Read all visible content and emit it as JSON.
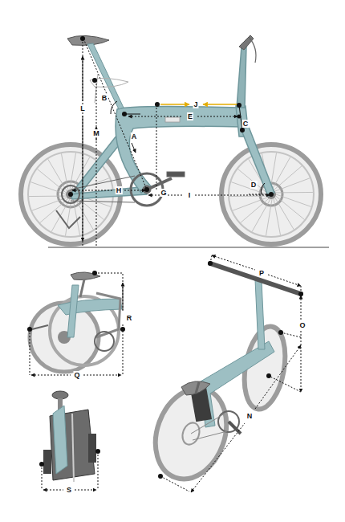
{
  "diagram": {
    "labels": [
      "B",
      "J",
      "E",
      "L",
      "M",
      "C",
      "A",
      "D",
      "H",
      "G",
      "I",
      "P",
      "R",
      "O",
      "Q",
      "N",
      "S"
    ]
  }
}
